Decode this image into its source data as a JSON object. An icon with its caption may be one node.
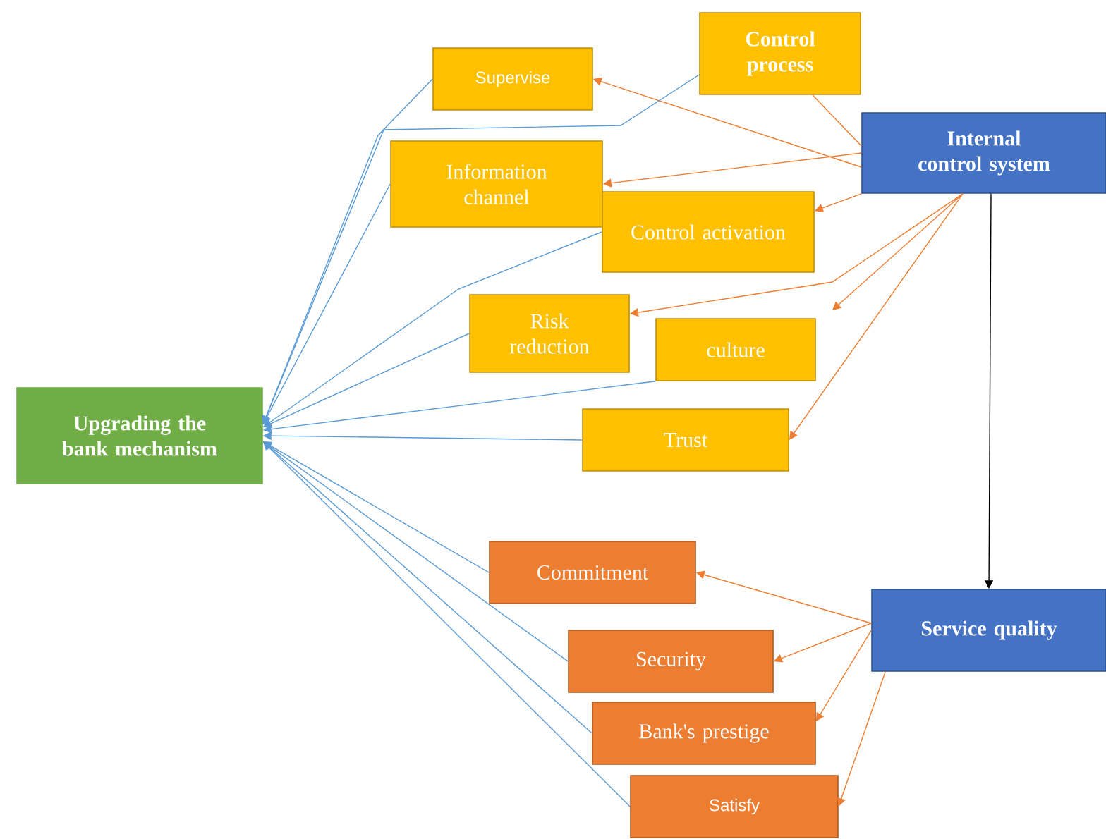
{
  "diagram": {
    "nodes": [
      {
        "text": [
          "Upgrading the bank mechanism"
        ]
      },
      {
        "text": [
          "Supervise"
        ]
      },
      {
        "text": [
          "Control process"
        ]
      },
      {
        "text": [
          "Internal control system"
        ]
      },
      {
        "text": [
          "Information channel"
        ]
      },
      {
        "text": [
          "Control activation"
        ]
      },
      {
        "text": [
          "Risk reduction"
        ]
      },
      {
        "text": [
          "culture"
        ]
      },
      {
        "text": [
          "Trust"
        ]
      },
      {
        "text": [
          "Commitment"
        ]
      },
      {
        "text": [
          "Security"
        ]
      },
      {
        "text": [
          "Bank's prestige"
        ]
      },
      {
        "text": [
          "Satisfy"
        ]
      },
      {
        "text": [
          "Service quality"
        ]
      }
    ],
    "edges": [
      {
        "from": 3,
        "to": 1,
        "arrow": "to",
        "color": "#ed7d31"
      },
      {
        "from": 3,
        "to": 4,
        "arrow": "to",
        "color": "#ed7d31"
      },
      {
        "from": 3,
        "to": 5,
        "arrow": "to",
        "color": "#ed7d31"
      },
      {
        "from": 3,
        "to": 6,
        "arrow": "to",
        "color": "#ed7d31"
      },
      {
        "from": 3,
        "to": null,
        "arrow": "to",
        "color": "#ed7d31"
      },
      {
        "from": 3,
        "to": 8,
        "arrow": "to",
        "color": "#ed7d31"
      },
      {
        "from": 2,
        "to": 3,
        "arrow": "none",
        "color": "#ed7d31"
      },
      {
        "from": 3,
        "to": 13,
        "arrow": "to",
        "color": "#000000"
      },
      {
        "from": 13,
        "to": 9,
        "arrow": "to",
        "color": "#ed7d31"
      },
      {
        "from": 13,
        "to": 10,
        "arrow": "to",
        "color": "#ed7d31"
      },
      {
        "from": 13,
        "to": 11,
        "arrow": "to",
        "color": "#ed7d31"
      },
      {
        "from": 13,
        "to": 12,
        "arrow": "to",
        "color": "#ed7d31"
      },
      {
        "from": 1,
        "to": 0,
        "arrow": "to",
        "color": "#5b9bd5"
      },
      {
        "from": 2,
        "to": 0,
        "arrow": "to",
        "color": "#5b9bd5"
      },
      {
        "from": 4,
        "to": 0,
        "arrow": "to",
        "color": "#5b9bd5"
      },
      {
        "from": 5,
        "to": 0,
        "arrow": "to",
        "color": "#5b9bd5"
      },
      {
        "from": 6,
        "to": 0,
        "arrow": "to",
        "color": "#5b9bd5"
      },
      {
        "from": 7,
        "to": 0,
        "arrow": "to",
        "color": "#5b9bd5"
      },
      {
        "from": 8,
        "to": 0,
        "arrow": "to",
        "color": "#5b9bd5"
      },
      {
        "from": 9,
        "to": 0,
        "arrow": "to",
        "color": "#5b9bd5"
      },
      {
        "from": 10,
        "to": 0,
        "arrow": "to",
        "color": "#5b9bd5"
      },
      {
        "from": 11,
        "to": 0,
        "arrow": "to",
        "color": "#5b9bd5"
      },
      {
        "from": 12,
        "to": 0,
        "arrow": "to",
        "color": "#5b9bd5"
      }
    ]
  }
}
